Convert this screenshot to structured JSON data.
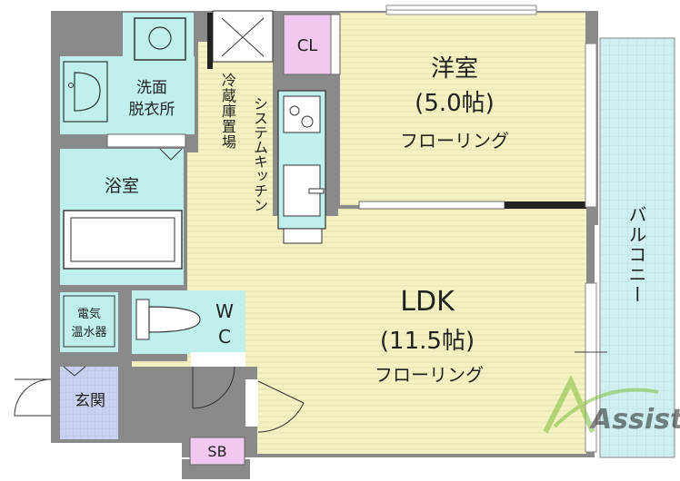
{
  "rooms": {
    "western": {
      "name": "洋室",
      "size": "(5.0帖)",
      "floor": "フローリング"
    },
    "ldk": {
      "name": "LDK",
      "size": "(11.5帖)",
      "floor": "フローリング"
    },
    "washroom": {
      "line1": "洗面",
      "line2": "脱衣所"
    },
    "bath": {
      "name": "浴室"
    },
    "heater": {
      "line1": "電気",
      "line2": "温水器"
    },
    "wc": {
      "line1": "W",
      "line2": "C"
    },
    "entrance": {
      "name": "玄関"
    },
    "closet": {
      "name": "CL"
    },
    "shoe_box": {
      "name": "SB"
    },
    "fridge": {
      "name": "冷蔵庫置場"
    },
    "kitchen": {
      "name": "システムキッチン"
    },
    "balcony": {
      "name": "バルコニー"
    }
  },
  "watermark": "Assist",
  "colors": {
    "wall": "#8a8a8a",
    "floor_yellow": "#f4f2c2",
    "wet_area": "#bff0ee",
    "storage_pink": "#f0c8f0",
    "entrance_tile": "#c8d2f0",
    "balcony": "#cfeff0",
    "watermark_green": "#7fbe3c"
  }
}
